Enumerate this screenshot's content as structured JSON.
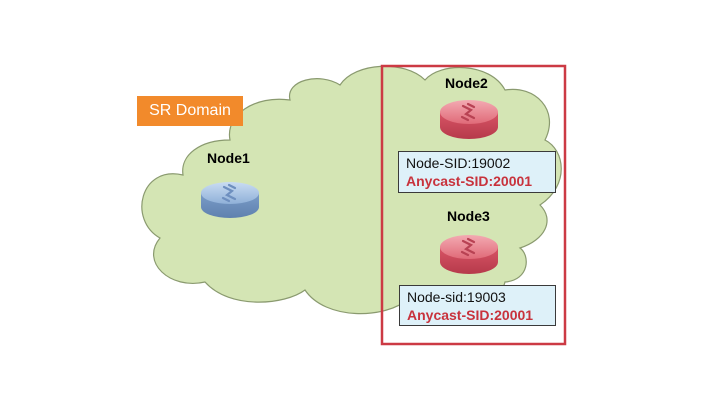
{
  "domain": {
    "label": "SR Domain"
  },
  "nodes": [
    {
      "name": "Node1",
      "color": "blue"
    },
    {
      "name": "Node2",
      "color": "red",
      "node_sid": "Node-SID:19002",
      "anycast_sid": "Anycast-SID:20001"
    },
    {
      "name": "Node3",
      "color": "red",
      "node_sid": "Node-sid:19003",
      "anycast_sid": "Anycast-SID:20001"
    }
  ],
  "colors": {
    "cloud_fill": "#d4e5b4",
    "cloud_stroke": "#8a9a6f",
    "domain_label_bg": "#f28a2b",
    "anycast_group_border": "#cc3a44",
    "sid_box_bg": "#def1f9",
    "anycast_text": "#c8323c",
    "router_blue": "#7fa6d4",
    "router_red": "#e0707c"
  },
  "icons": {
    "router": "router-icon"
  }
}
